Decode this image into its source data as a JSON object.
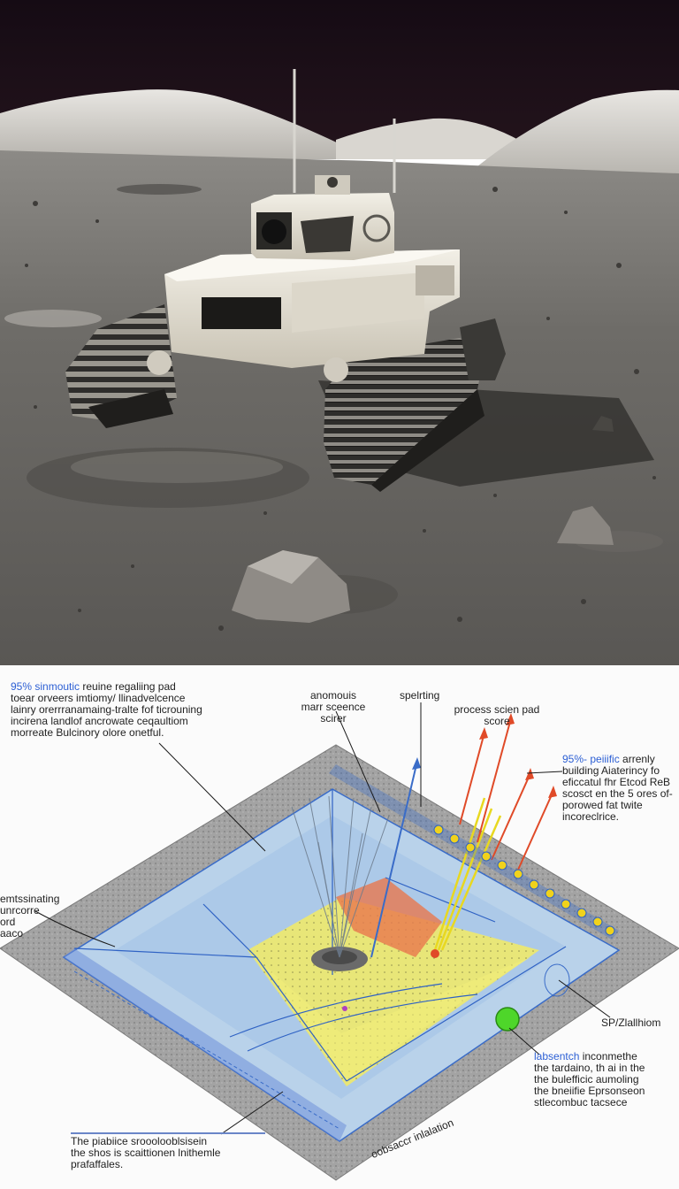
{
  "photo": {
    "scene": "lunar-rover-on-regolith"
  },
  "diagram": {
    "label_top_left_highlight": "95% sinmoutic",
    "label_top_left_rest": " reuine regaliing pad\ntoear orveers imtiomy/ llinadvelcence\nlainry orerrranamaing-tralte fof ticrouning\nincirena landlof ancrowate ceqaultiom\nmorreate Bulcinory olore onetful.",
    "label_anomaly": "anomouis\nmarr sceence\nscirer",
    "label_sparkling": "spelrting",
    "label_process": "process scien pad\nscore",
    "label_right_highlight": "95%- peiiific",
    "label_right_rest": " arrenly\nbuilding Aiaterincy fo\neficcatul fhr Etcod ReB\nscosct en the 5 ores of-\nporowed fat twite\nincoreclrice.",
    "label_left_mid": "emtssinating\nunrcorre\nord\naaco",
    "label_sp": "SP/Zlallhiom",
    "label_bottom_right_highlight": "labsentch",
    "label_bottom_right_rest": " inconmethe\nthe tardaino, th ai in the\nthe bulefficic aumoling\nthe bneiifie Eprsonseon\nstlecombuc tacsece",
    "label_bottom_caption": "The piabiice srooolooblsisein\nthe shos is scaittionen lnithemle\nprafaffales.",
    "label_bottom_edge": "oobsaccr inlalation",
    "colors": {
      "accent_blue": "#2c5fd4",
      "base_gray": "#9a9a9a",
      "inner_blue": "#9cc3e6",
      "yellow_zone": "#f0ec6a",
      "red_zone": "#e86a50",
      "ray_red": "#e04a28",
      "ray_yellow": "#e8d820",
      "sensor_green": "#4ed62a"
    }
  }
}
